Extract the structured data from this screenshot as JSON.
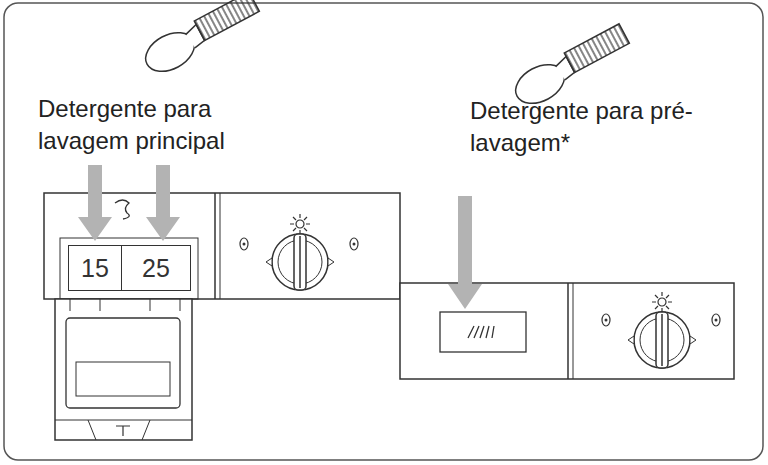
{
  "diagram": {
    "nodes": [
      {
        "text": [
          "15"
        ]
      },
      {
        "text": [
          "25"
        ]
      }
    ],
    "labels": [
      "Detergente para lavagem principal",
      "Detergente para pré-lavagem*"
    ]
  }
}
